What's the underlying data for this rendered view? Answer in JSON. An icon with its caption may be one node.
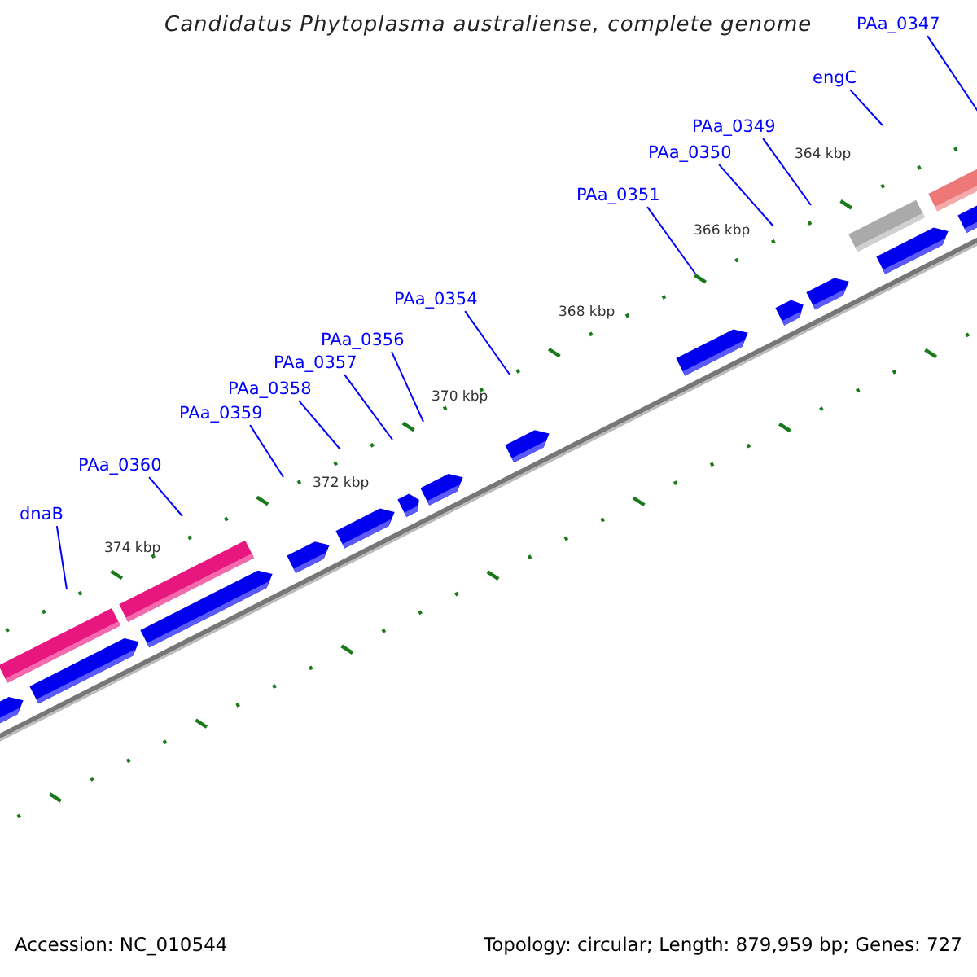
{
  "diagram": {
    "title": "Candidatus Phytoplasma australiense, complete genome",
    "nodes": [
      {
        "text": [
          "PAa_0347"
        ]
      },
      {
        "text": [
          "engC"
        ]
      },
      {
        "text": [
          "PAa_0349"
        ]
      },
      {
        "text": [
          "PAa_0350"
        ]
      },
      {
        "text": [
          "PAa_0351"
        ]
      },
      {
        "text": [
          "PAa_0354"
        ]
      },
      {
        "text": [
          "PAa_0356"
        ]
      },
      {
        "text": [
          "PAa_0357"
        ]
      },
      {
        "text": [
          "PAa_0358"
        ]
      },
      {
        "text": [
          "PAa_0359"
        ]
      },
      {
        "text": [
          "PAa_0360"
        ]
      },
      {
        "text": [
          "dnaB"
        ]
      }
    ],
    "edges": [
      {
        "from": 0,
        "to": null,
        "arrow": "none"
      },
      {
        "from": 1,
        "to": null,
        "arrow": "none"
      },
      {
        "from": 2,
        "to": null,
        "arrow": "none"
      },
      {
        "from": 3,
        "to": null,
        "arrow": "none"
      },
      {
        "from": 4,
        "to": null,
        "arrow": "none"
      },
      {
        "from": 5,
        "to": null,
        "arrow": "none"
      },
      {
        "from": 6,
        "to": null,
        "arrow": "none"
      },
      {
        "from": 7,
        "to": null,
        "arrow": "none"
      },
      {
        "from": 8,
        "to": null,
        "arrow": "none"
      },
      {
        "from": 9,
        "to": null,
        "arrow": "none"
      },
      {
        "from": 10,
        "to": null,
        "arrow": "none"
      },
      {
        "from": 11,
        "to": null,
        "arrow": "none"
      }
    ],
    "labels": [
      "364 kbp",
      "366 kbp",
      "368 kbp",
      "370 kbp",
      "372 kbp",
      "374 kbp",
      "Accession: NC_010544",
      "Topology: circular; Length: 879,959 bp; Genes: 727"
    ]
  }
}
